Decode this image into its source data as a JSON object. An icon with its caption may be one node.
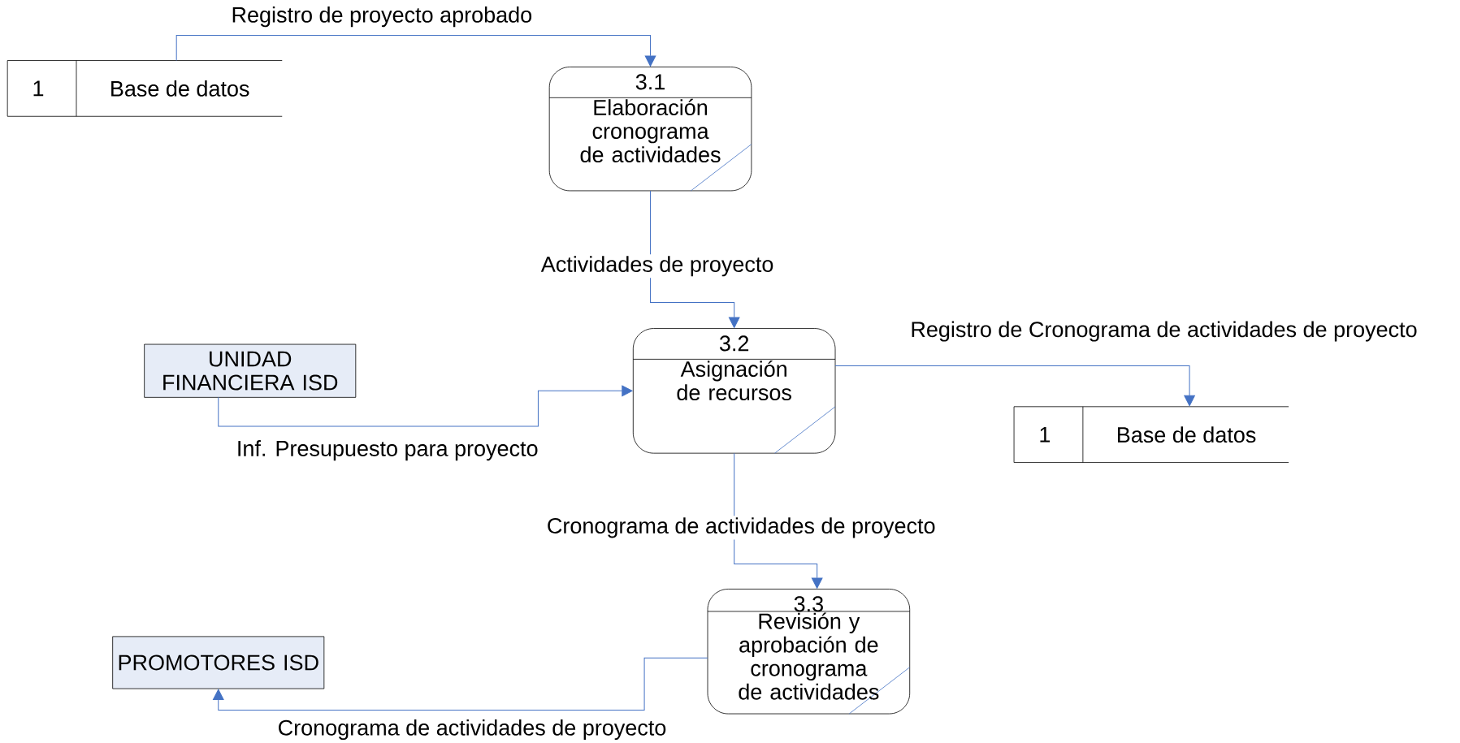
{
  "diagram": {
    "nodes": [
      {
        "text": [
          "1",
          "Base de datos"
        ]
      },
      {
        "text": [
          "3.1",
          "Elaboración cronograma de actividades"
        ]
      },
      {
        "text": [
          "3.2",
          "Asignación de recursos"
        ]
      },
      {
        "text": [
          "UNIDAD FINANCIERA ISD"
        ]
      },
      {
        "text": [
          "1",
          "Base de datos"
        ]
      },
      {
        "text": [
          "3.3",
          "Revisión y aprobación de cronograma de actividades"
        ]
      },
      {
        "text": [
          "PROMOTORES ISD"
        ]
      }
    ],
    "edges": [
      {
        "from": 0,
        "to": 1,
        "arrow": "to",
        "label": "Registro de proyecto aprobado"
      },
      {
        "from": 1,
        "to": 2,
        "arrow": "to",
        "label": "Actividades de proyecto"
      },
      {
        "from": 3,
        "to": 2,
        "arrow": "to",
        "label": "Inf. Presupuesto para proyecto"
      },
      {
        "from": 2,
        "to": 4,
        "arrow": "to",
        "label": "Registro de Cronograma de actividades de proyecto"
      },
      {
        "from": 2,
        "to": 5,
        "arrow": "to",
        "label": "Cronograma de actividades de proyecto"
      },
      {
        "from": 5,
        "to": 6,
        "arrow": "to",
        "label": "Cronograma de actividades de proyecto"
      }
    ]
  }
}
